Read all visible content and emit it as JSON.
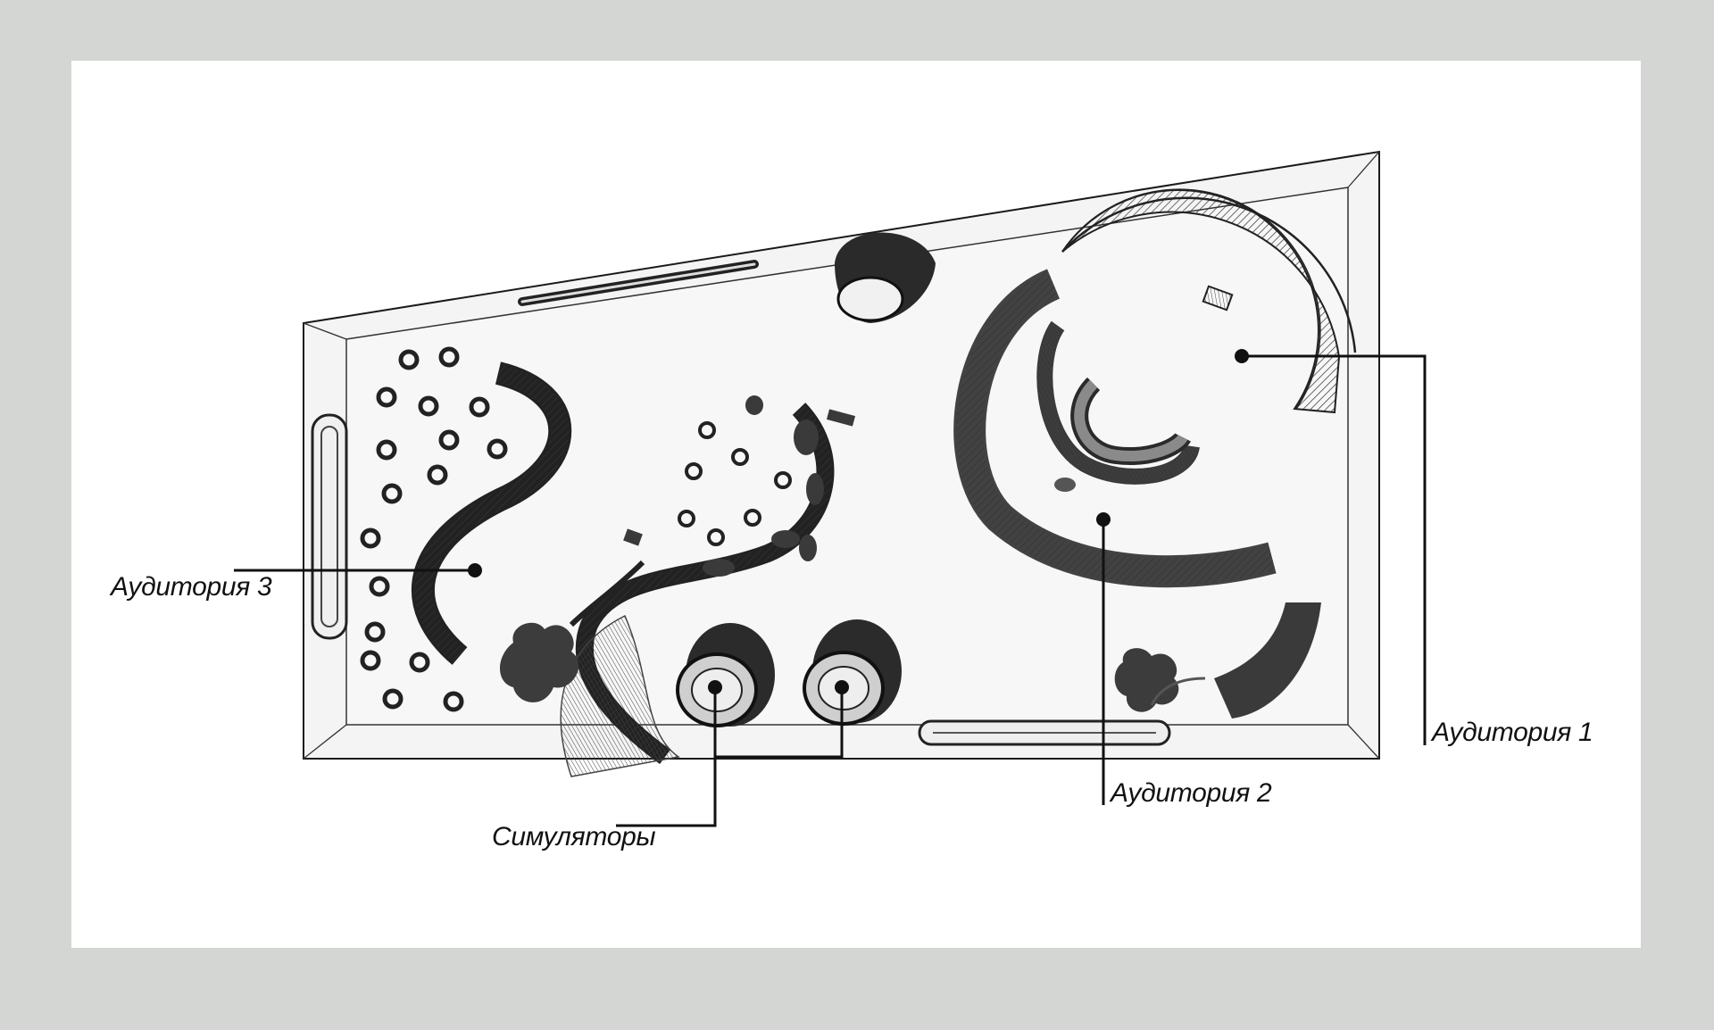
{
  "colors": {
    "frame": "#d4d6d4",
    "card": "#ffffff",
    "floor": "#f5f5f5",
    "ink": "#1a1a1a",
    "dark_fill": "#3a3a3a"
  },
  "labels": {
    "auditorium_1": "Аудитория 1",
    "auditorium_2": "Аудитория 2",
    "auditorium_3": "Аудитория 3",
    "simulators": "Симуляторы"
  }
}
